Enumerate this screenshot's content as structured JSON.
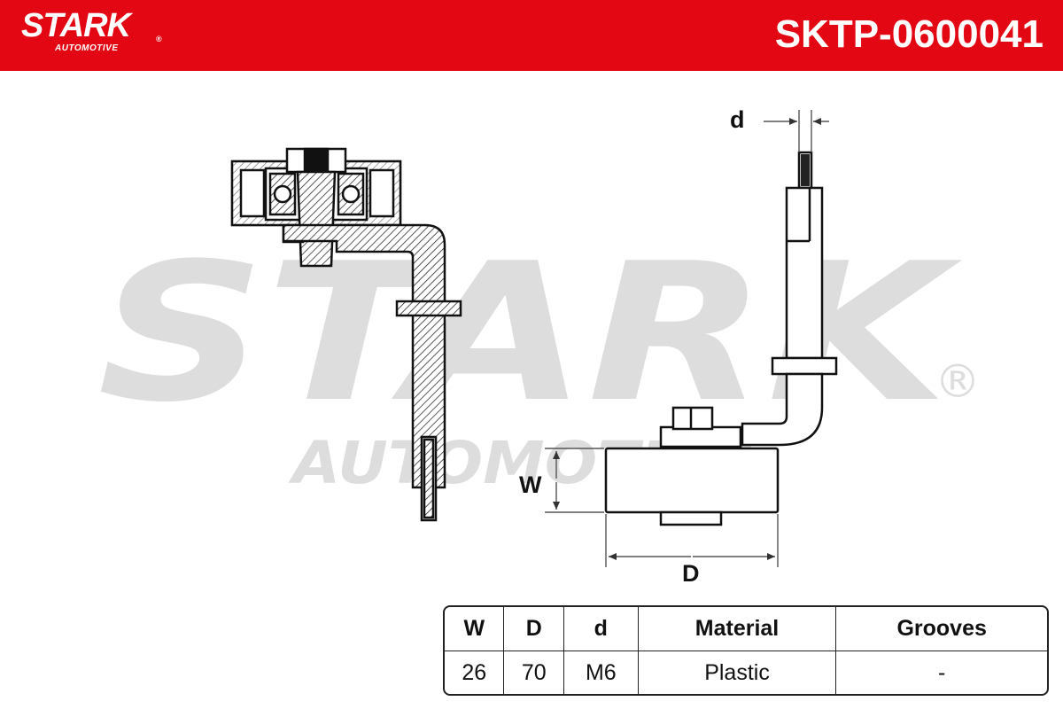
{
  "header": {
    "brand_name": "STARK",
    "brand_registered": "®",
    "brand_sub": "AUTOMOTIVE",
    "part_number": "SKTP-0600041",
    "background_color": "#e30613"
  },
  "watermark": {
    "line1": "STARK",
    "line2": "AUTOMOTIVE",
    "registered": "®"
  },
  "drawing": {
    "labels": {
      "d": "d",
      "w": "W",
      "D": "D"
    }
  },
  "spec_table": {
    "headers": [
      "W",
      "D",
      "d",
      "Material",
      "Grooves"
    ],
    "values": [
      "26",
      "70",
      "M6",
      "Plastic",
      "-"
    ]
  }
}
